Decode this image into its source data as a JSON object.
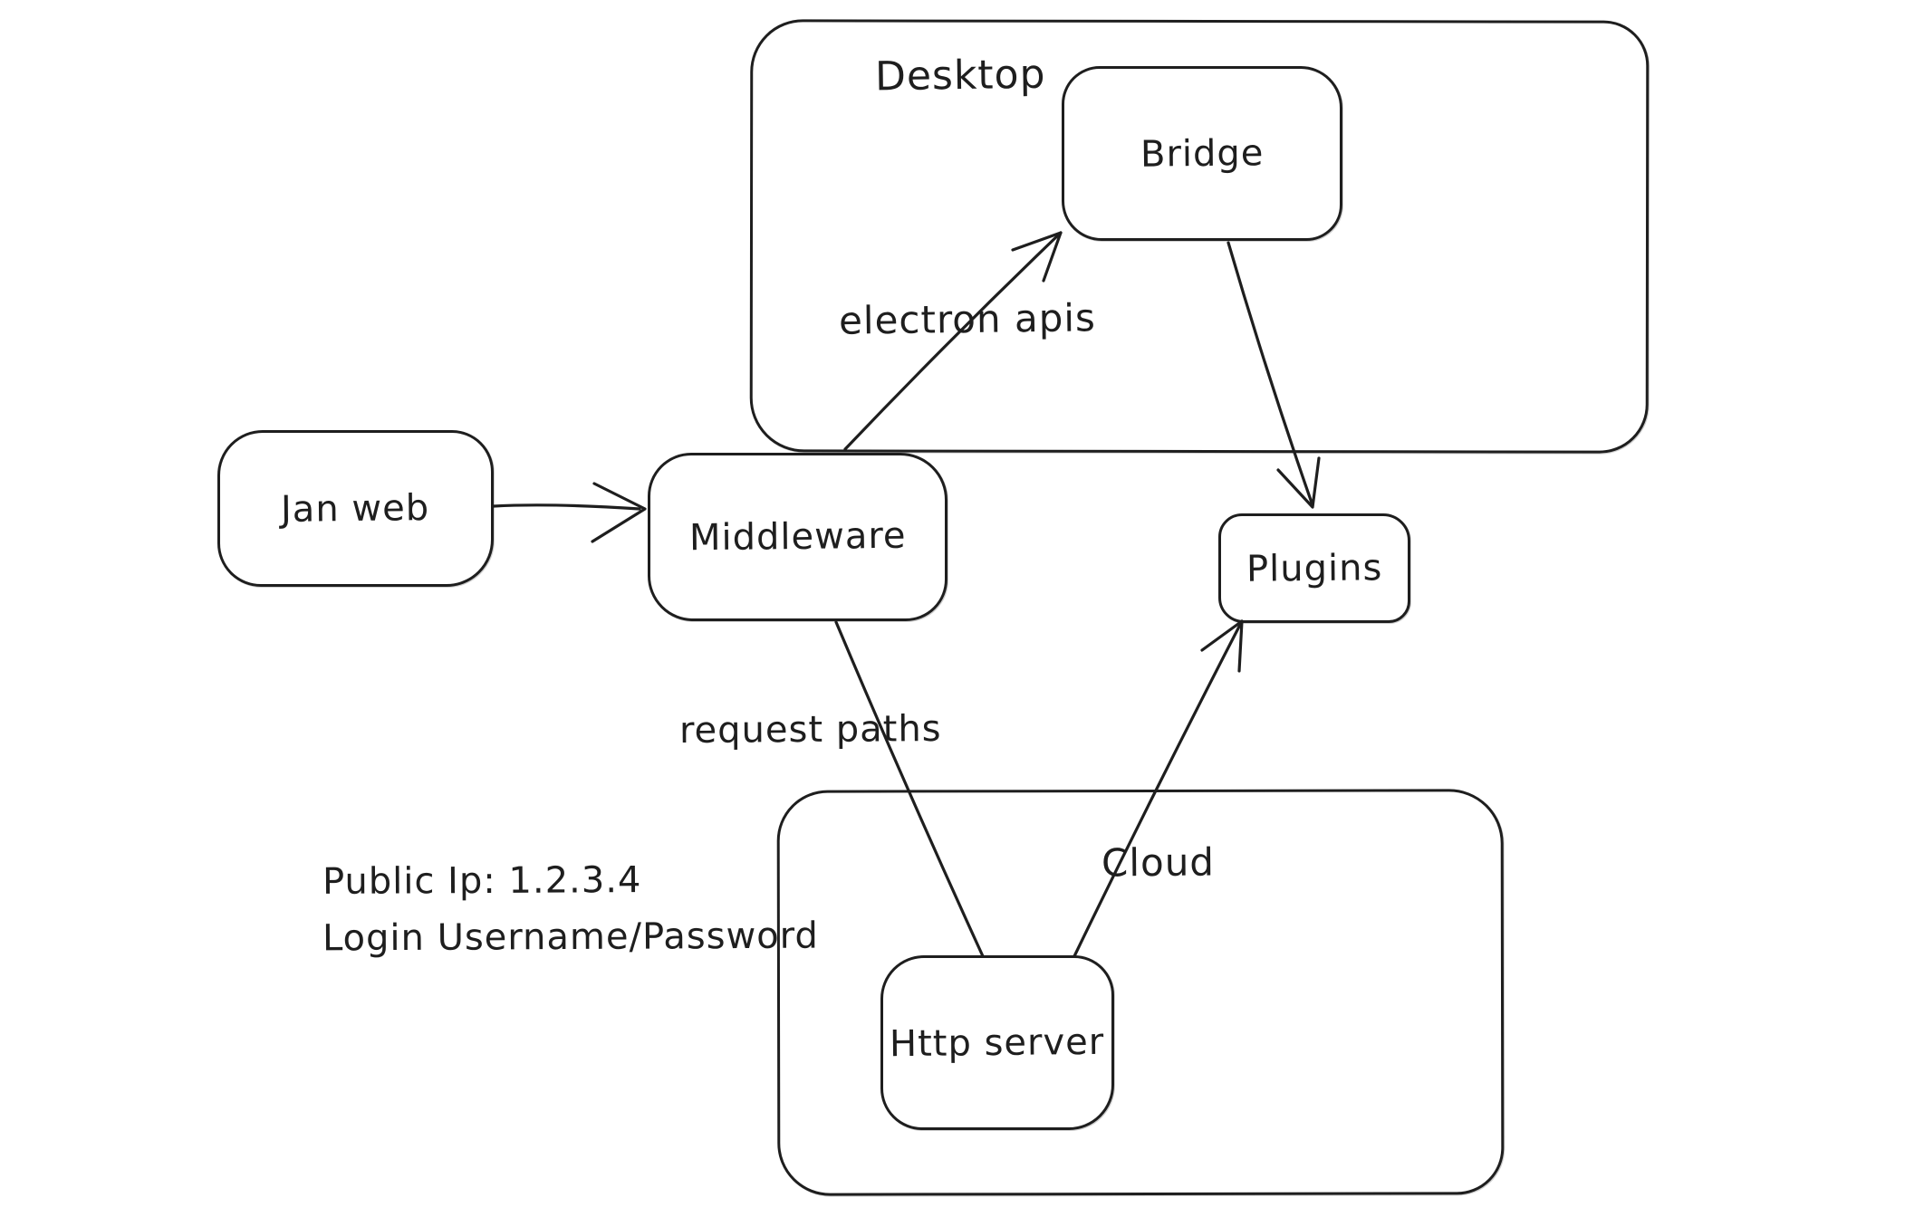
{
  "colors": {
    "background": "#ffffff",
    "stroke": "#1e1e1e"
  },
  "diagram": {
    "containers": [
      {
        "id": "desktop",
        "label": "Desktop"
      },
      {
        "id": "cloud",
        "label": "Cloud"
      }
    ],
    "nodes": [
      {
        "id": "jan-web",
        "label": "Jan web"
      },
      {
        "id": "middleware",
        "label": "Middleware"
      },
      {
        "id": "bridge",
        "label": "Bridge"
      },
      {
        "id": "plugins",
        "label": "Plugins"
      },
      {
        "id": "http-server",
        "label": "Http server"
      }
    ],
    "edges": [
      {
        "id": "jan-web-to-middleware",
        "from": "Jan web",
        "to": "Middleware",
        "label": "",
        "arrowhead": "arrow"
      },
      {
        "id": "middleware-to-bridge",
        "from": "Middleware",
        "to": "Bridge",
        "label": "electron apis",
        "arrowhead": "arrow"
      },
      {
        "id": "bridge-to-plugins",
        "from": "Bridge",
        "to": "Plugins",
        "label": "",
        "arrowhead": "arrow"
      },
      {
        "id": "middleware-to-http-server",
        "from": "Middleware",
        "to": "Http server",
        "label": "request paths",
        "arrowhead": "none"
      },
      {
        "id": "http-server-to-plugins",
        "from": "Http server",
        "to": "Plugins",
        "label": "",
        "arrowhead": "arrow"
      }
    ],
    "annotations": [
      {
        "id": "public-ip",
        "text": "Public Ip: 1.2.3.4"
      },
      {
        "id": "login",
        "text": "Login Username/Password"
      }
    ]
  }
}
